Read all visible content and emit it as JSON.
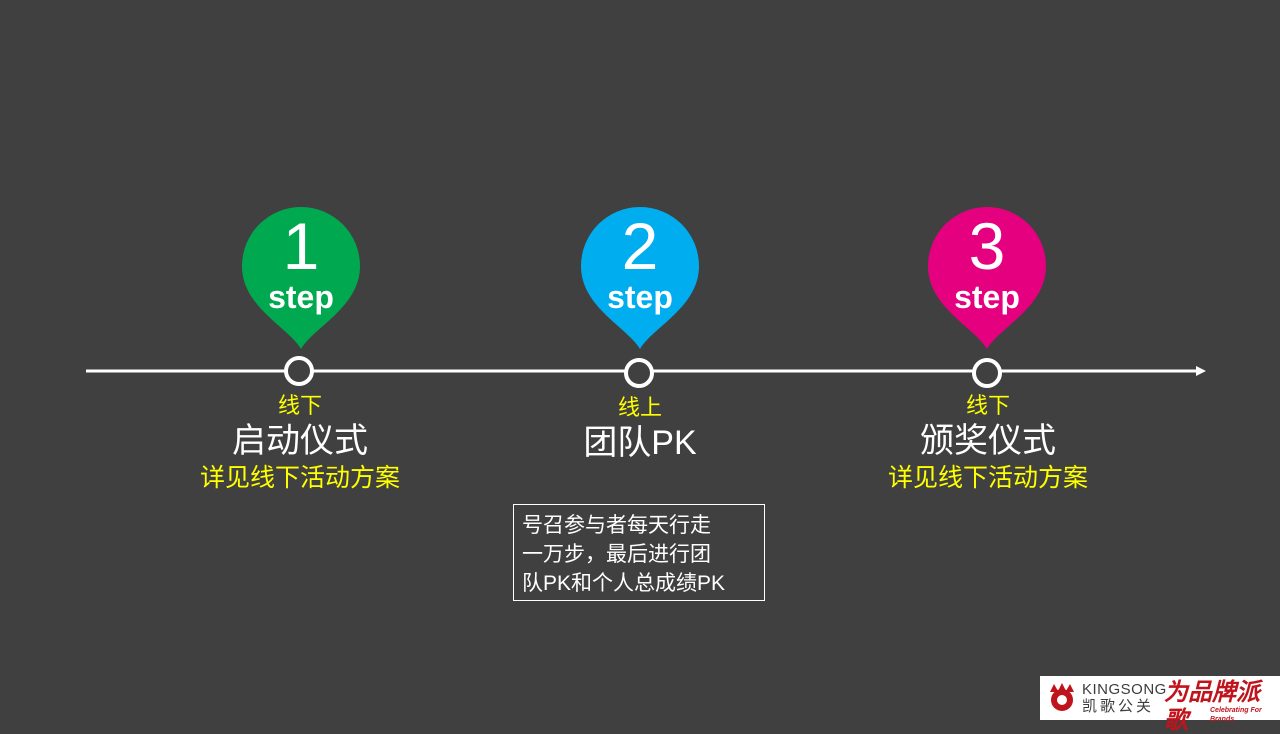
{
  "colors": {
    "background": "#404040",
    "step1": "#00a950",
    "step2": "#00aeef",
    "step3": "#e4007f",
    "highlight": "#ffff00",
    "text": "#ffffff"
  },
  "steps": [
    {
      "number": "1",
      "step_label": "step",
      "mode": "线下",
      "title": "启动仪式",
      "detail": "详见线下活动方案"
    },
    {
      "number": "2",
      "step_label": "step",
      "mode": "线上",
      "title": "团队PK",
      "detail": ""
    },
    {
      "number": "3",
      "step_label": "step",
      "mode": "线下",
      "title": "颁奖仪式",
      "detail": "详见线下活动方案"
    }
  ],
  "description": {
    "lines": [
      "号召参与者每天行走",
      "一万步，最后进行团",
      "队PK和个人总成绩PK"
    ]
  },
  "logo": {
    "brand_en": "KINGSONG",
    "brand_cn": "凯歌公关",
    "slogan": "为品牌派歌",
    "tagline": "Celebrating For Brands"
  }
}
